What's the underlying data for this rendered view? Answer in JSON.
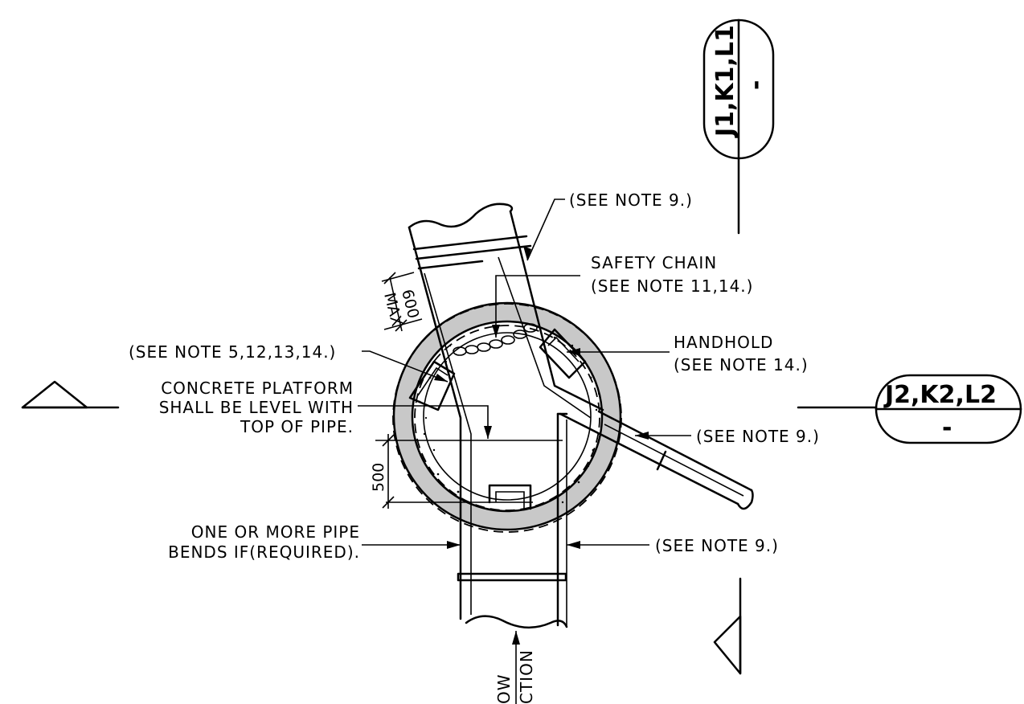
{
  "labels": {
    "note9_top": "(SEE NOTE 9.)",
    "safety_chain_1": "SAFETY CHAIN",
    "safety_chain_2": "(SEE NOTE 11,14.)",
    "handhold_1": "HANDHOLD",
    "handhold_2": "(SEE NOTE 14.)",
    "note5": "(SEE NOTE 5,12,13,14.)",
    "platform_1": "CONCRETE PLATFORM",
    "platform_2": "SHALL BE LEVEL WITH",
    "platform_3": "TOP OF PIPE.",
    "note9_right": "(SEE NOTE 9.)",
    "note9_bottom": "(SEE NOTE 9.)",
    "bends_1": "ONE OR MORE PIPE",
    "bends_2": "BENDS IF(REQUIRED).",
    "flow_1": "OW",
    "flow_2": "CTION"
  },
  "dimensions": {
    "dim_600": "600",
    "dim_max": "MAX",
    "dim_500": "500"
  },
  "section_refs": {
    "top_bubble": "J1,K1,L1",
    "top_bubble_sub": "-",
    "right_bubble": "J2,K2,L2",
    "right_bubble_sub": "-"
  },
  "colors": {
    "line": "#000000",
    "wall_fill": "#c8c8c8",
    "background": "#ffffff"
  }
}
